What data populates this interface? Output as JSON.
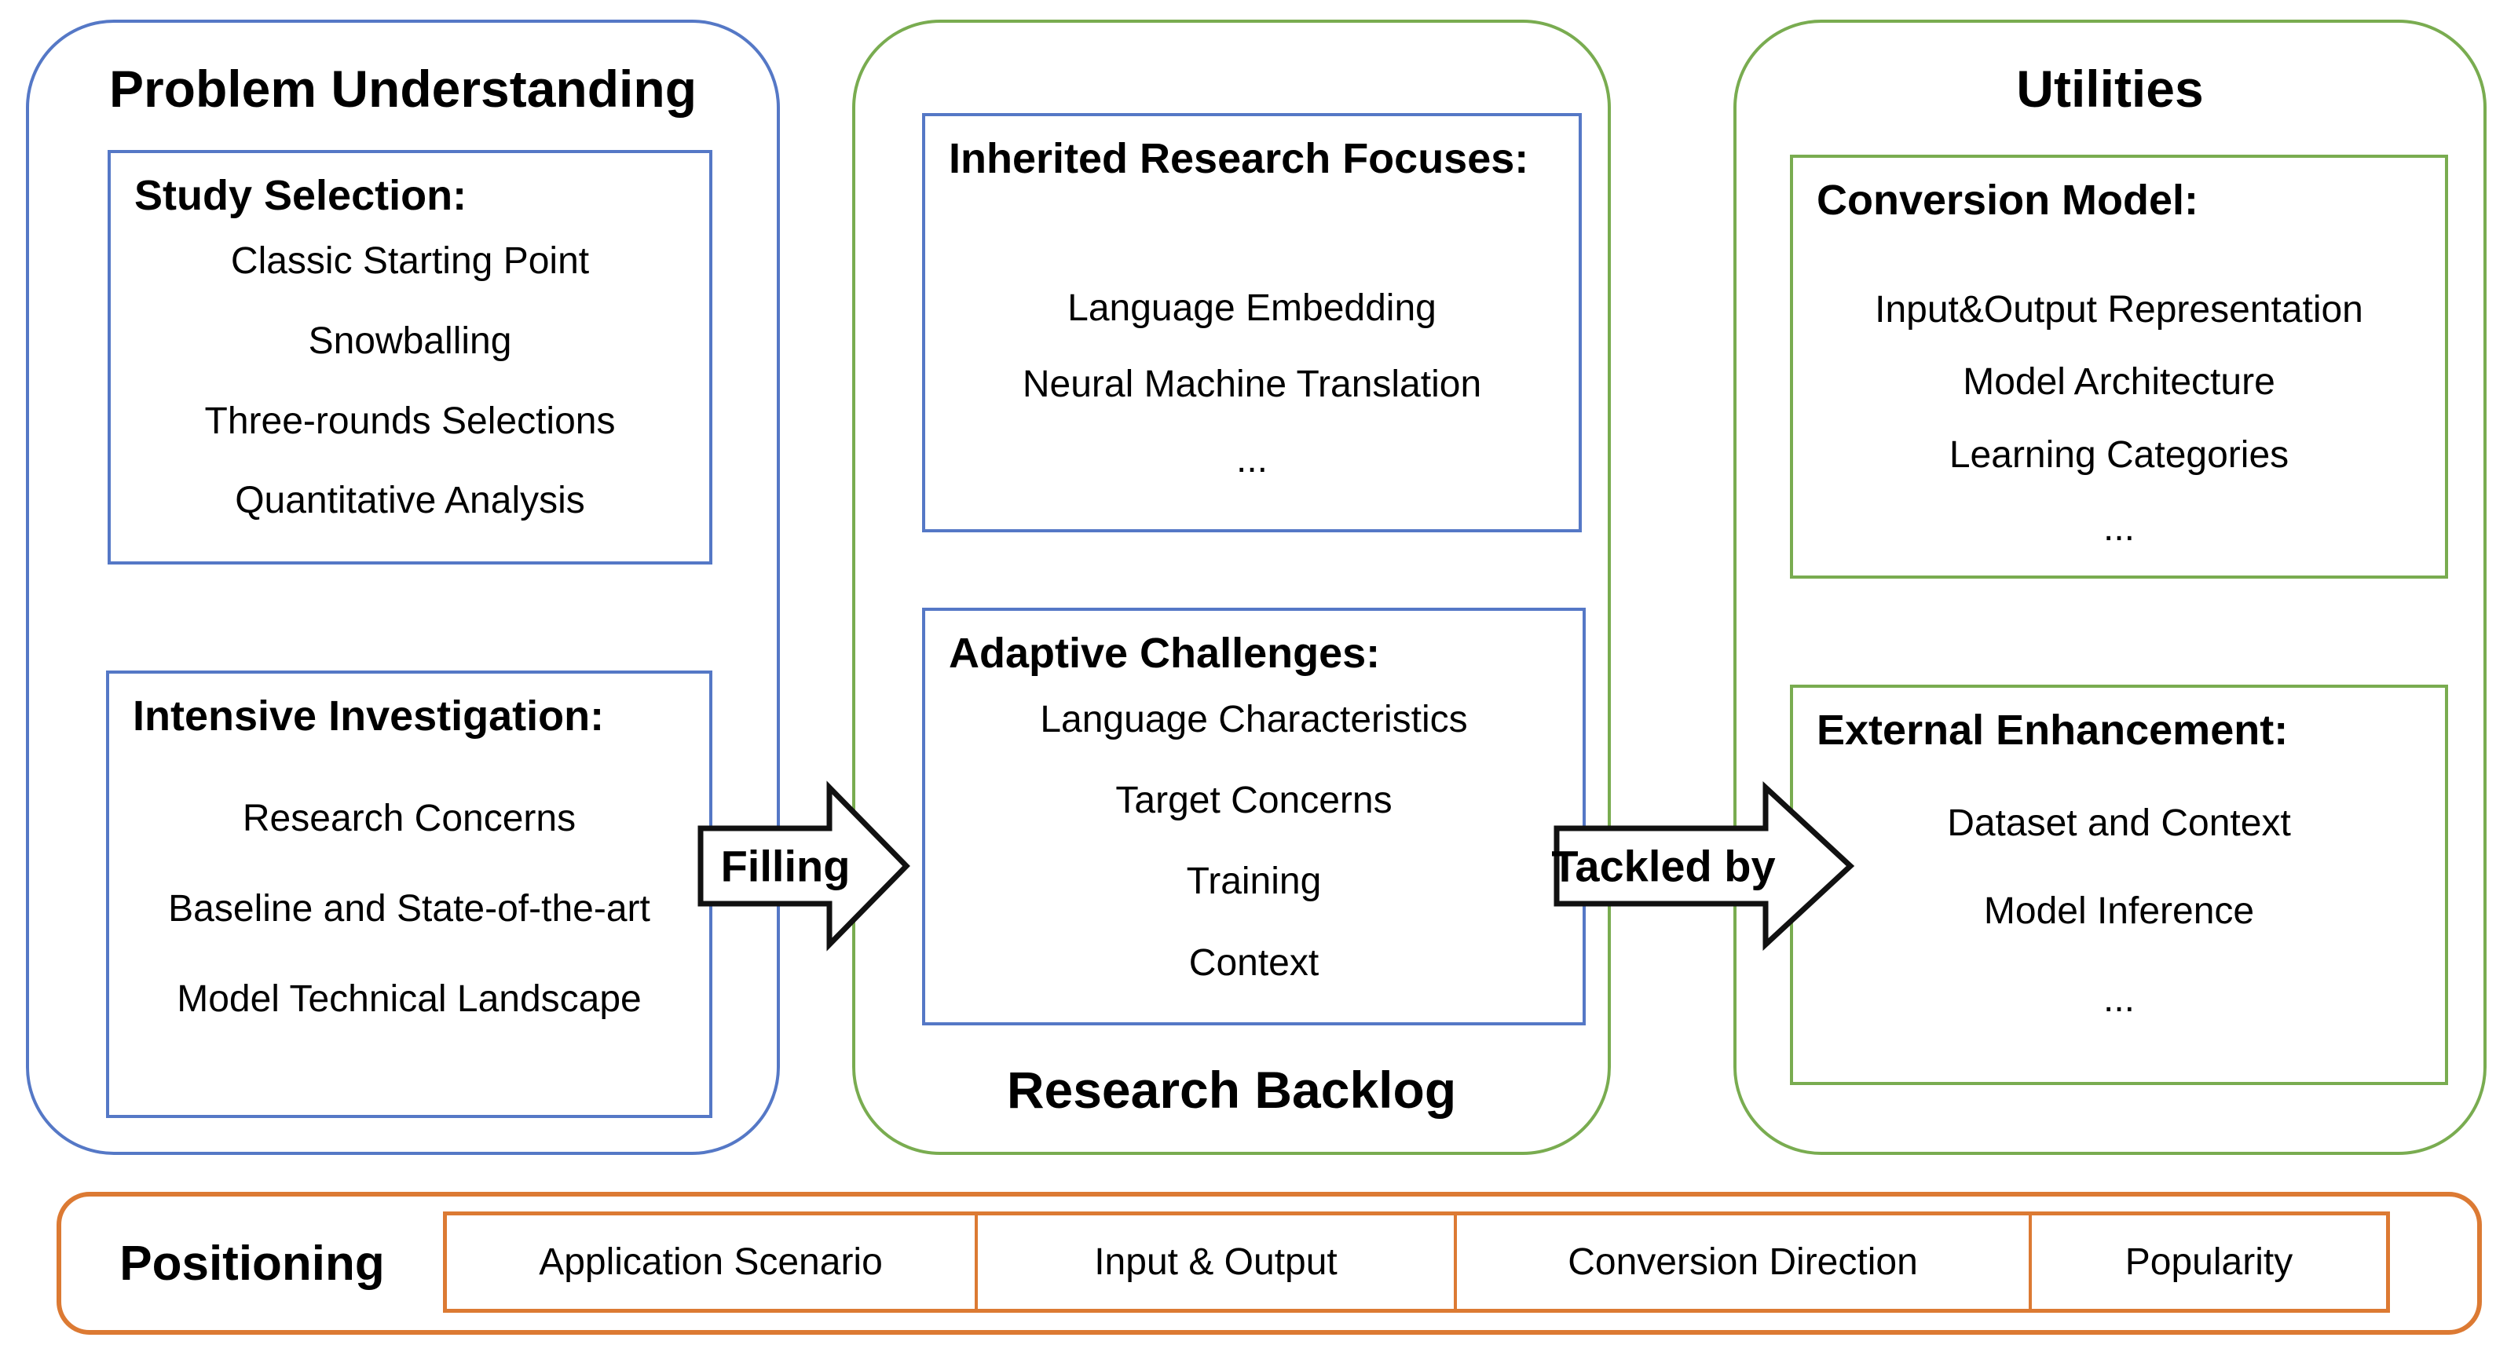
{
  "panels": {
    "problem": {
      "title": "Problem Understanding",
      "boxes": [
        {
          "heading": "Study Selection:",
          "items": [
            "Classic Starting Point",
            "Snowballing",
            "Three-rounds Selections",
            "Quantitative Analysis"
          ]
        },
        {
          "heading": "Intensive Investigation:",
          "items": [
            "Research Concerns",
            "Baseline and State-of-the-art",
            "Model Technical Landscape"
          ]
        }
      ]
    },
    "backlog": {
      "title": "Research Backlog",
      "boxes": [
        {
          "heading": "Inherited Research Focuses:",
          "items": [
            "Language Embedding",
            "Neural Machine Translation",
            "..."
          ]
        },
        {
          "heading": "Adaptive Challenges:",
          "items": [
            "Language Characteristics",
            "Target Concerns",
            "Training",
            "Context"
          ]
        }
      ]
    },
    "utilities": {
      "title": "Utilities",
      "boxes": [
        {
          "heading": "Conversion Model:",
          "items": [
            "Input&Output Representation",
            "Model Architecture",
            "Learning Categories",
            "..."
          ]
        },
        {
          "heading": "External Enhancement:",
          "items": [
            "Dataset and Context",
            "Model Inference",
            "..."
          ]
        }
      ]
    }
  },
  "arrows": [
    {
      "label": "Filling"
    },
    {
      "label": "Tackled by"
    }
  ],
  "positioning": {
    "title": "Positioning",
    "cells": [
      "Application Scenario",
      "Input & Output",
      "Conversion Direction",
      "Popularity"
    ]
  },
  "colors": {
    "panel_blue": "#5578C6",
    "panel_green": "#79AC50",
    "bar_orange": "#DC7A33",
    "arrow_outline": "#111111",
    "text": "#000000"
  }
}
